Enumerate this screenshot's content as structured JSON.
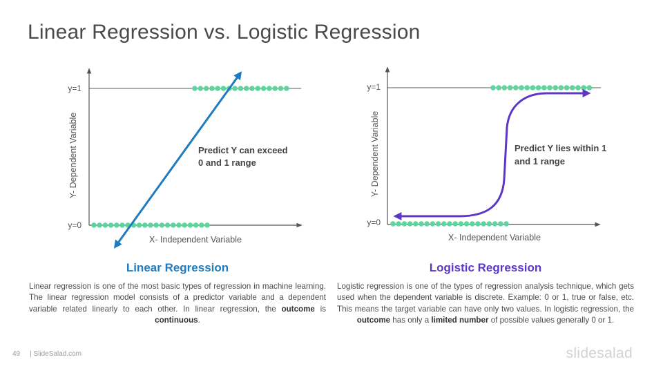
{
  "title": "Linear Regression vs. Logistic Regression",
  "colors": {
    "linear": "#1f7bbf",
    "logistic": "#5b37c4",
    "points": "#5fd49e",
    "axis": "#555555"
  },
  "left": {
    "y_top": "y=1",
    "y_bottom": "y=0",
    "y_axis": "Y- Dependent Variable",
    "x_axis": "X- Independent Variable",
    "note_line1": "Predict Y can exceed",
    "note_line2": "0 and 1 range",
    "heading": "Linear Regression",
    "desc": {
      "a": "Linear regression is one of the most basic types of regression in machine learning. The linear regression model consists of a predictor variable and a dependent variable related linearly to each other. In linear regression, the ",
      "b": "outcome",
      "c": " is ",
      "d": "continuous",
      "e": "."
    }
  },
  "right": {
    "y_top": "y=1",
    "y_bottom": "y=0",
    "y_axis": "Y- Dependent Variable",
    "x_axis": "X- Independent Variable",
    "note_line1": "Predict Y lies within 1",
    "note_line2": "and 1 range",
    "heading": "Logistic Regression",
    "desc": {
      "a": "Logistic regression is one of the types of regression analysis technique, which gets used when the dependent variable is discrete. Example: 0 or 1, true or false, etc. This means the target variable can have only two values. In logistic regression, the ",
      "b": "outcome",
      "c": " has only a ",
      "d": "limited number",
      "e": " of possible values generally 0 or 1."
    }
  },
  "footer": {
    "page": "49",
    "site": "| SlideSalad.com",
    "logo": "slidesalad"
  }
}
